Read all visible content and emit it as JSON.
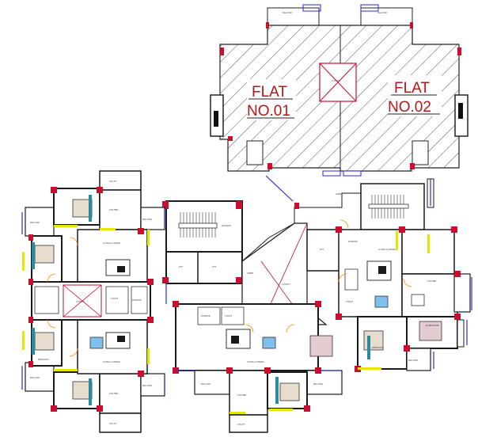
{
  "flats": [
    {
      "line1": "FLAT",
      "line2": "NO.01"
    },
    {
      "line1": "FLAT",
      "line2": "NO.02"
    }
  ],
  "rooms": {
    "balcony": "BALCONY",
    "utility": "UTILITY",
    "kitchen": "KITCHEN",
    "lobby": "LOBBY",
    "lift": "LIFT",
    "living_dining": "LIVING & DINING",
    "bedroom": "BEDROOM",
    "toilet": "TOILET",
    "powder": "POWDER",
    "cutout": "CUTOUT",
    "passage": "PASSAGE",
    "mbedroom": "M.BEDROOM"
  },
  "colors": {
    "wall": "#1a1a1a",
    "column": "#c8102e",
    "window": "#2a2adf",
    "door": "#ff8c00",
    "glazing": "#e6e600",
    "hatch": "#555555"
  }
}
